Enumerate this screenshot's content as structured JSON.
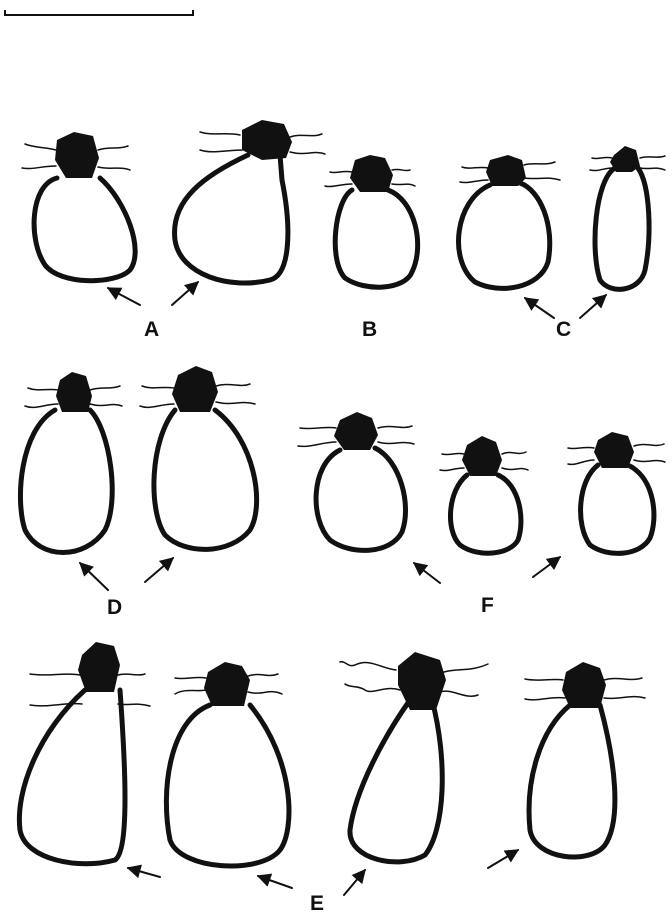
{
  "figure": {
    "group_labels": {
      "A": "A",
      "B": "B",
      "C": "C",
      "D": "D",
      "E": "E",
      "F": "F"
    }
  }
}
